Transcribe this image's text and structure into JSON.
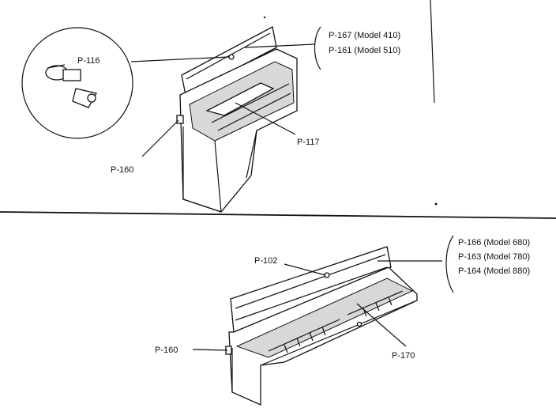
{
  "top": {
    "callouts": {
      "latch": "P-116",
      "hinge": "P-160",
      "tray": "P-117",
      "lid_a": "P-167 (Model 410)",
      "lid_b": "P-161 (Model 510)"
    }
  },
  "bottom": {
    "callouts": {
      "latch": "P-102",
      "hinge": "P-160",
      "tray": "P-170",
      "lid_a": "P-166 (Model 680)",
      "lid_b": "P-163 (Model 780)",
      "lid_c": "P-164 (Model 880)"
    }
  }
}
